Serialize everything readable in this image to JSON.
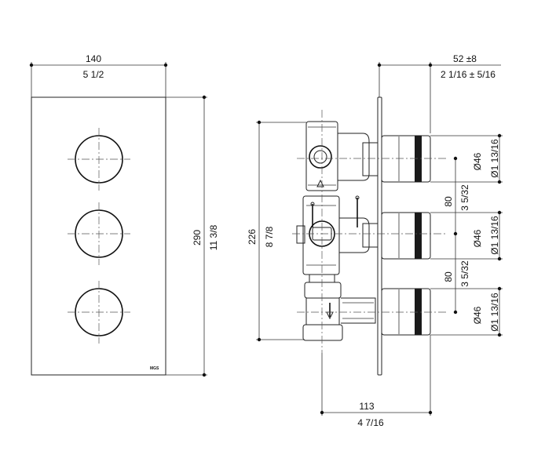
{
  "front_view": {
    "width_mm": "140",
    "width_in": "5 1/2",
    "height_mm": "290",
    "height_in": "11 3/8",
    "logo": "MGS"
  },
  "side_view": {
    "projection_mm": "52 ±8",
    "projection_in": "2 1/16  ± 5/16",
    "body_height_mm": "226",
    "body_height_in": "8 7/8",
    "spacing_mm": "80",
    "spacing_in": "3 5/32",
    "depth_mm": "113",
    "depth_in": "4 7/16",
    "knob_diameter_mm": "Ø46",
    "knob_diameter_in": "Ø1 13/16"
  }
}
